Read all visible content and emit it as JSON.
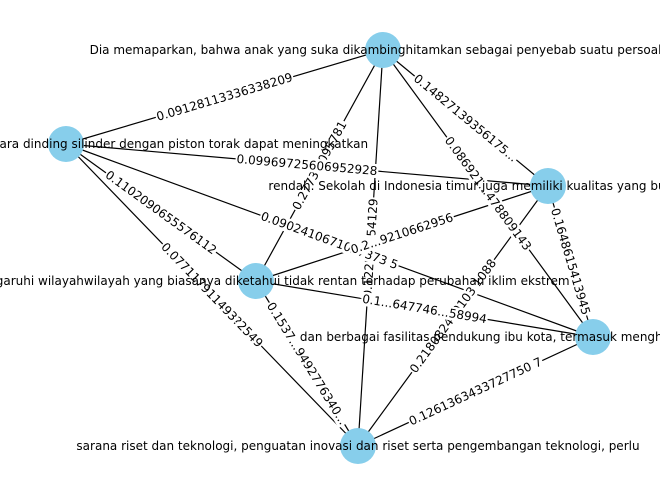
{
  "colors": {
    "node": "#87ceeb",
    "edge": "#000000",
    "label_bg": "#ffffff"
  },
  "nodes": [
    {
      "id": "A",
      "label": "Dia memaparkan, bahwa anak yang suka dikambinghitamkan sebagai penyebab suatu persoalan"
    },
    {
      "id": "B",
      "label": "ataupun menguntungkan. Gesekan antara dinding silinder dengan piston torak dapat meningkatkan"
    },
    {
      "id": "C",
      "label": "rendah. Sekolah di Indonesia timur juga memiliki kualitas yang buruk dibanding wilayah lain."
    },
    {
      "id": "D",
      "label": "mempengaruhi wilayahwilayah yang biasanya diketahui tidak rentan terhadap perubahan iklim ekstrem"
    },
    {
      "id": "E",
      "label": "dan berbagai fasilitas pendukung ibu kota, termasuk menghadirkan lembaga pendidikan bertaraf"
    },
    {
      "id": "F",
      "label": "sarana riset dan teknologi, penguatan inovasi dan riset serta pengembangan teknologi, perlu"
    }
  ],
  "edges": [
    {
      "source": "A",
      "target": "B",
      "label": "0.09128113336338209"
    },
    {
      "source": "A",
      "target": "C",
      "label": "0.14827139356175..."
    },
    {
      "source": "A",
      "target": "D",
      "label": "0.2773...095781"
    },
    {
      "source": "A",
      "target": "E",
      "label": "0.086921...478809143"
    },
    {
      "source": "A",
      "target": "F",
      "label": "0.1225...254129"
    },
    {
      "source": "B",
      "target": "C",
      "label": "0.09969725606952928"
    },
    {
      "source": "B",
      "target": "D",
      "label": "0.1102090655576112"
    },
    {
      "source": "B",
      "target": "E",
      "label": "0.0902410671027373 5"
    },
    {
      "source": "B",
      "target": "F",
      "label": "0.077117911493?2549"
    },
    {
      "source": "C",
      "target": "D",
      "label": "0.2...9210662956"
    },
    {
      "source": "C",
      "target": "E",
      "label": "0.1648615413945"
    },
    {
      "source": "C",
      "target": "F",
      "label": "0.218082400103 1088"
    },
    {
      "source": "D",
      "target": "E",
      "label": "0.1...647746...58994"
    },
    {
      "source": "D",
      "target": "F",
      "label": "0.1537...9492776340..."
    },
    {
      "source": "E",
      "target": "F",
      "label": "0.1261363433727750 7"
    }
  ]
}
